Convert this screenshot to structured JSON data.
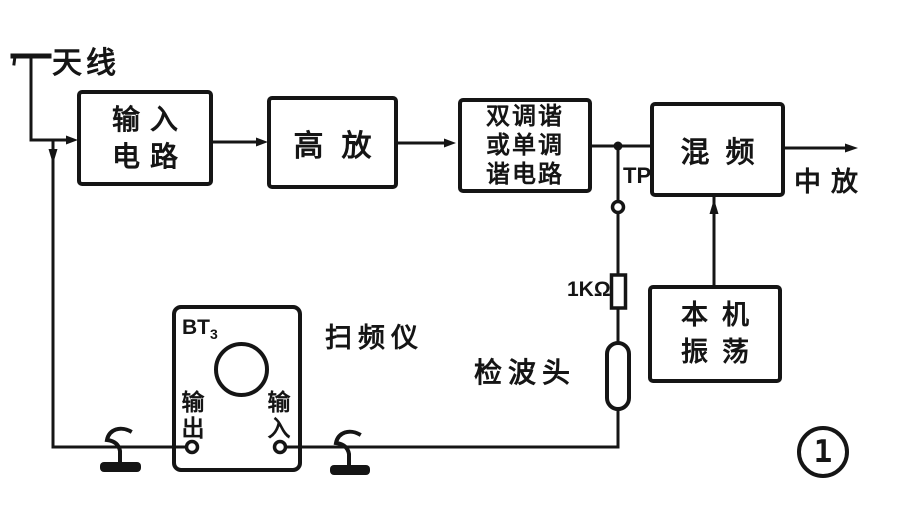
{
  "figure": {
    "number": "1"
  },
  "colors": {
    "ink": "#151515",
    "paper": "#ffffff"
  },
  "labels": {
    "antenna": "天线",
    "test_point": "TP",
    "resistor_value": "1KΩ",
    "detector_probe": "检波头",
    "if_amp_out": "中放",
    "sweep_generator": "扫频仪"
  },
  "blocks": {
    "input_circuit": {
      "line1": "输入",
      "line2": "电路"
    },
    "rf_amplifier": {
      "label": "高放"
    },
    "tuned_circuit": {
      "line1": "双调谐",
      "line2": "或单调",
      "line3": "谐电路"
    },
    "mixer": {
      "label": "混频"
    },
    "local_oscillator": {
      "line1": "本机",
      "line2": "振荡"
    }
  },
  "sweep_generator_panel": {
    "model": "BT",
    "model_subscript": "3",
    "output_terminal": "输出",
    "input_terminal": "输入"
  }
}
